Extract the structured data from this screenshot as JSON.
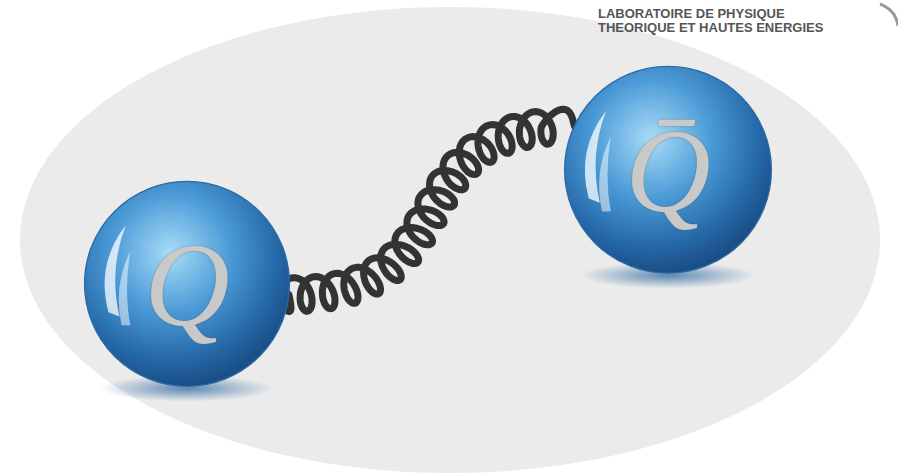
{
  "diagram": {
    "nodes": [
      {
        "text": [
          "Q"
        ]
      },
      {
        "text": [
          "Q̄"
        ]
      }
    ],
    "edges": [
      {
        "from": 0,
        "to": 1,
        "arrow": "none"
      }
    ],
    "labels": [
      "LABORATOIRE DE PHYSIQUE THEORIQUE ET HAUTES ENERGIES"
    ]
  }
}
